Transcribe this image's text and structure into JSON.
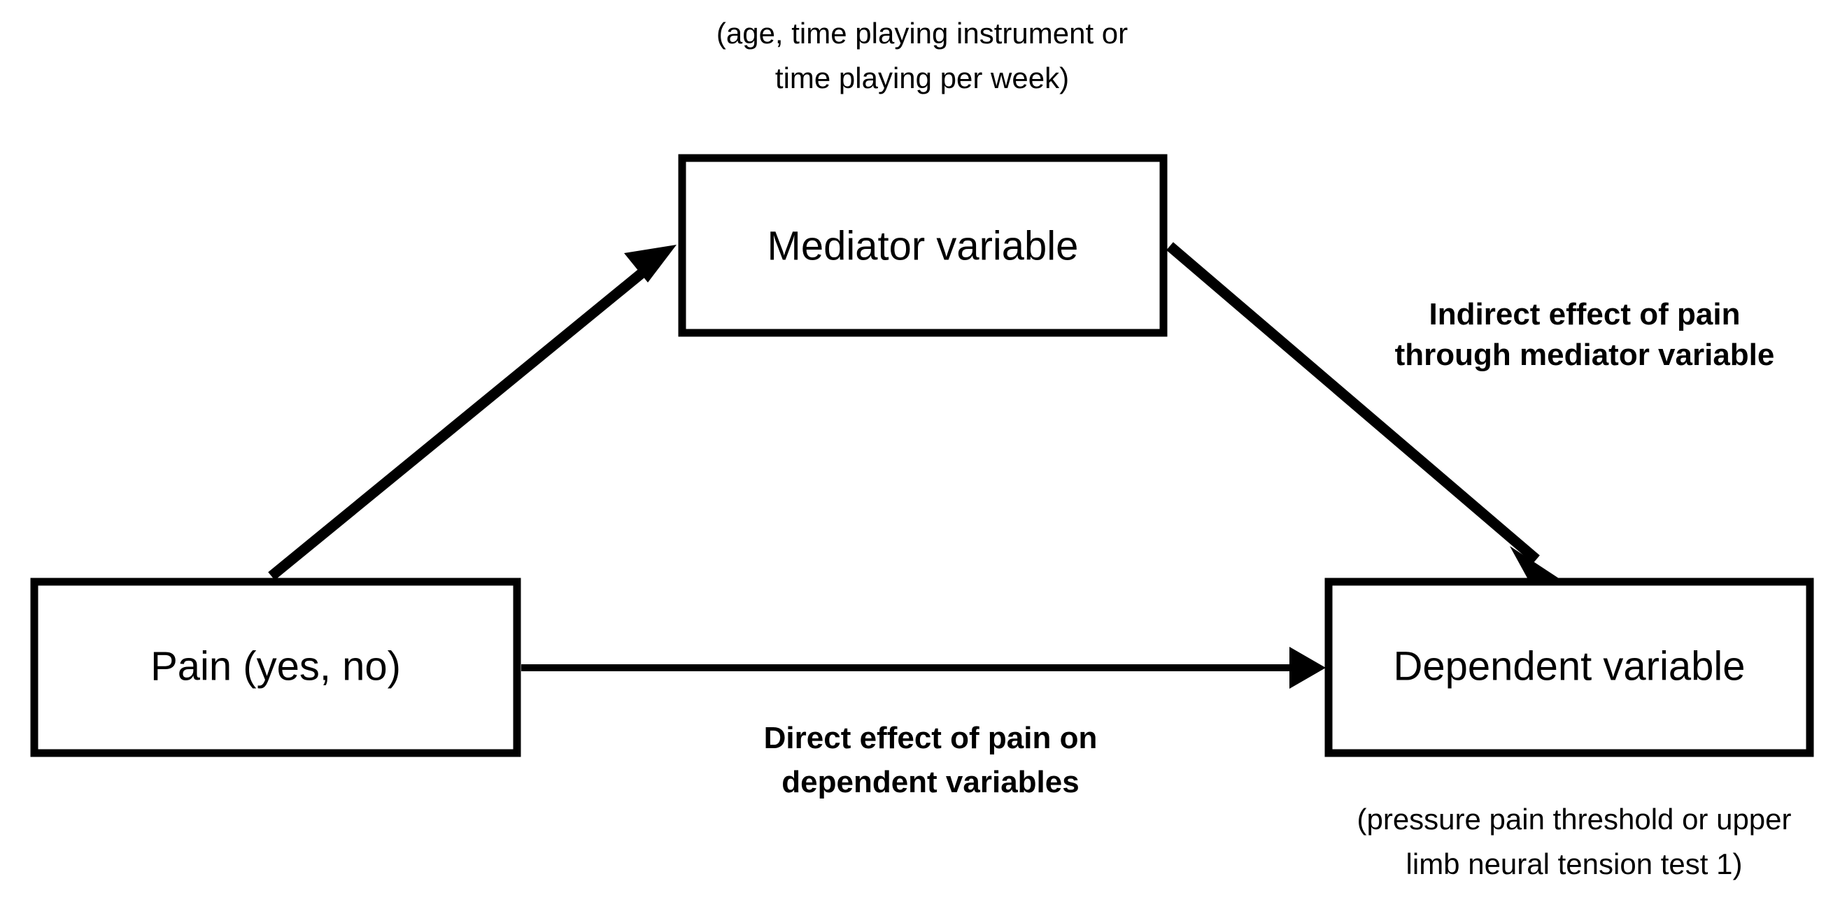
{
  "diagram": {
    "type": "mediation-model",
    "background_color": "#ffffff",
    "line_color": "#000000",
    "nodes": [
      {
        "id": "mediator",
        "label": "Mediator variable",
        "caption": {
          "position": "above",
          "lines": [
            "(age, time playing instrument or",
            "time playing per week)"
          ]
        }
      },
      {
        "id": "pain",
        "label": "Pain (yes, no)",
        "caption": null
      },
      {
        "id": "dependent",
        "label": "Dependent variable",
        "caption": {
          "position": "below",
          "lines": [
            "(pressure pain threshold or upper",
            "limb neural tension test 1)"
          ]
        }
      }
    ],
    "edges": [
      {
        "id": "pain-to-mediator",
        "from": "pain",
        "to": "mediator",
        "style": "solid-thick-arrow",
        "label_lines": []
      },
      {
        "id": "mediator-to-dependent",
        "from": "mediator",
        "to": "dependent",
        "style": "solid-thick-arrow",
        "label_lines": [
          "Indirect effect of pain",
          "through mediator variable"
        ]
      },
      {
        "id": "pain-to-dependent",
        "from": "pain",
        "to": "dependent",
        "style": "solid-thin-arrow",
        "label_lines": [
          "Direct effect of pain on",
          "dependent variables"
        ]
      }
    ]
  },
  "labels": {
    "mediator_node": "Mediator variable",
    "pain_node": "Pain (yes, no)",
    "dependent_node": "Dependent variable",
    "mediator_caption_line1": "(age, time playing instrument or",
    "mediator_caption_line2": "time playing per week)",
    "dependent_caption_line1": "(pressure pain threshold or upper",
    "dependent_caption_line2": "limb neural tension test 1)",
    "indirect_label_line1": "Indirect effect of pain",
    "indirect_label_line2": "through mediator variable",
    "direct_label_line1": "Direct effect of pain on",
    "direct_label_line2": "dependent variables"
  }
}
